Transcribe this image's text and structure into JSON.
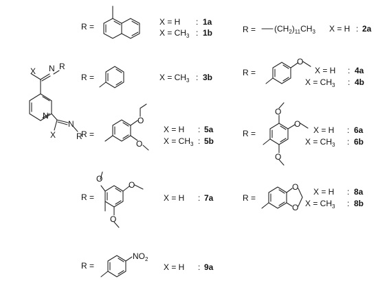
{
  "core": {
    "x1": "X",
    "x2": "X",
    "r1": "R",
    "r2": "R",
    "n1": "N",
    "n2": "N",
    "n3": "N"
  },
  "r_prefix": "R =",
  "x_h": "X = H",
  "x_ch3": "X = CH",
  "x_ch3_sub": "3",
  "colon": ":",
  "labels": {
    "l1a": "1a",
    "l1b": "1b",
    "l2a": "2a",
    "l3b": "3b",
    "l4a": "4a",
    "l4b": "4b",
    "l5a": "5a",
    "l5b": "5b",
    "l6a": "6a",
    "l6b": "6b",
    "l7a": "7a",
    "l8a": "8a",
    "l8b": "8b",
    "l9a": "9a"
  },
  "alkyl": {
    "main": "(CH",
    "sub1": "2",
    "mid": ")",
    "sub2": "11",
    "tail": "CH",
    "sub3": "3"
  },
  "atoms": {
    "O": "O",
    "NO": "NO",
    "NO_sub": "2"
  }
}
